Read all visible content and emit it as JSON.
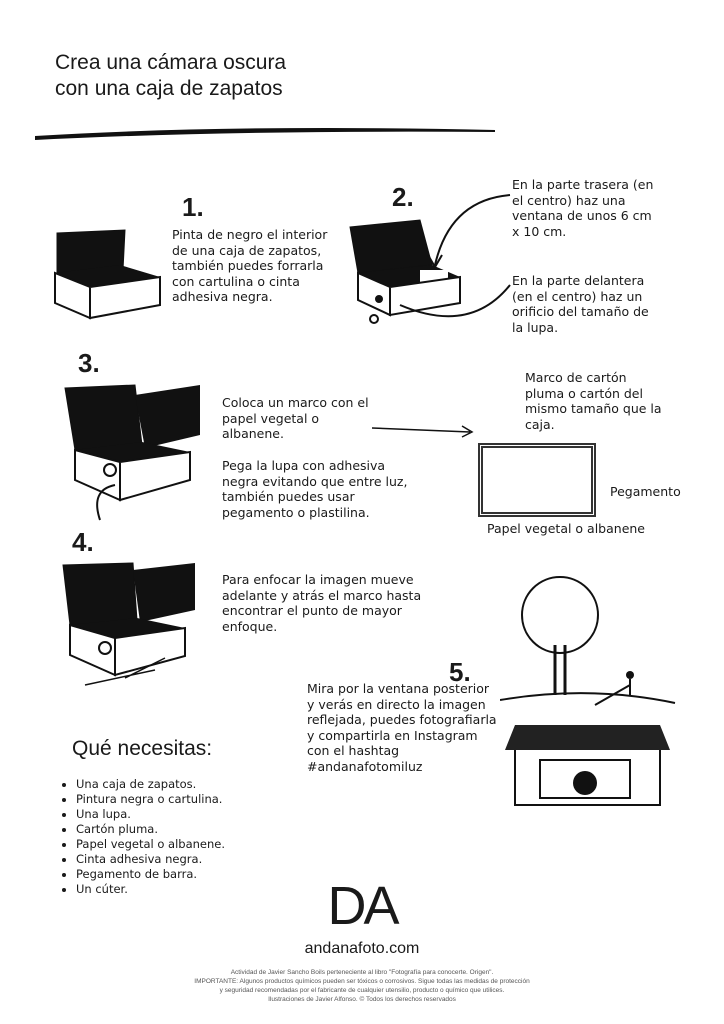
{
  "title": {
    "line1": "Crea una cámara oscura",
    "line2": "con una caja de zapatos"
  },
  "steps": [
    {
      "number": "1.",
      "text": "Pinta de negro el interior de una caja de zapatos, también puedes forrarla con cartulina o cinta adhesiva negra."
    },
    {
      "number": "2.",
      "text_a": "En la parte trasera (en el centro)  haz una ventana de unos 6 cm x 10 cm.",
      "text_b": "En la parte delantera (en el centro) haz un orificio del tamaño de la lupa."
    },
    {
      "number": "3.",
      "text_a": "Coloca un marco con el papel vegetal o albanene.",
      "text_b": "Pega la lupa con adhesiva negra evitando que entre luz, también puedes usar pegamento o plastilina.",
      "frame_label": "Marco de cartón pluma o cartón del mismo tamaño que la caja.",
      "glue_label": "Pegamento",
      "paper_label": "Papel vegetal o albanene"
    },
    {
      "number": "4.",
      "text": "Para enfocar la imagen mueve adelante y atrás el marco hasta encontrar el punto de mayor enfoque."
    },
    {
      "number": "5.",
      "text": "Mira por la ventana posterior y verás en directo la imagen reflejada, puedes fotografiarla y compartirla en Instagram con el hashtag #andanafotomiluz"
    }
  ],
  "needs": {
    "heading": "Qué necesitas:",
    "items": [
      "Una caja de zapatos.",
      "Pintura negra o cartulina.",
      "Una lupa.",
      "Cartón pluma.",
      "Papel vegetal o albanene.",
      "Cinta adhesiva negra.",
      "Pegamento de barra.",
      "Un cúter."
    ]
  },
  "logo": {
    "mark": "DA",
    "site": "andanafoto.com"
  },
  "footer": [
    "Actividad de Javier Sancho Boils perteneciente al libro \"Fotografía para conocerte. Origen\".",
    "IMPORTANTE: Algunos productos químicos pueden ser tóxicos o corrosivos. Sigue todas las medidas de protección",
    "y seguridad recomendadas por el fabricante de cualquier utensilio, producto o químico que utilices.",
    "Ilustraciones de Javier Alfonso.  © Todos los derechos reservados"
  ]
}
